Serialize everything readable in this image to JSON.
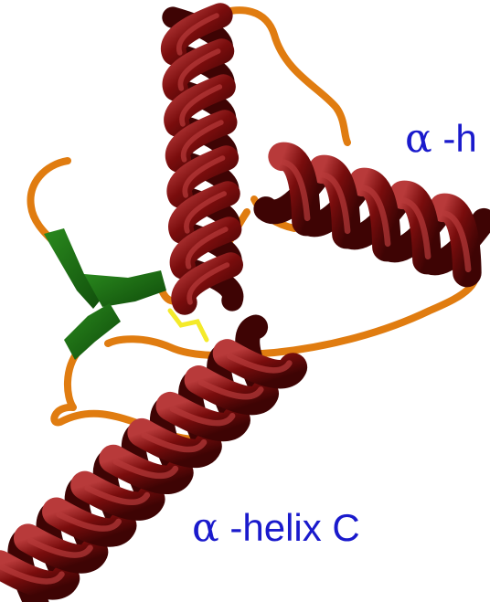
{
  "labels": {
    "helix_a": {
      "greek": "α",
      "text": " -h"
    },
    "helix_c": {
      "greek": "α",
      "text": " -helix C"
    }
  },
  "colors": {
    "helix": "#7a0d0d",
    "helix_highlight": "#b83a3a",
    "helix_shadow": "#3e0404",
    "loop": "#e07c10",
    "sheet": "#1a6a12",
    "disulfide": "#f4ea2a",
    "label": "#1a1acc"
  }
}
